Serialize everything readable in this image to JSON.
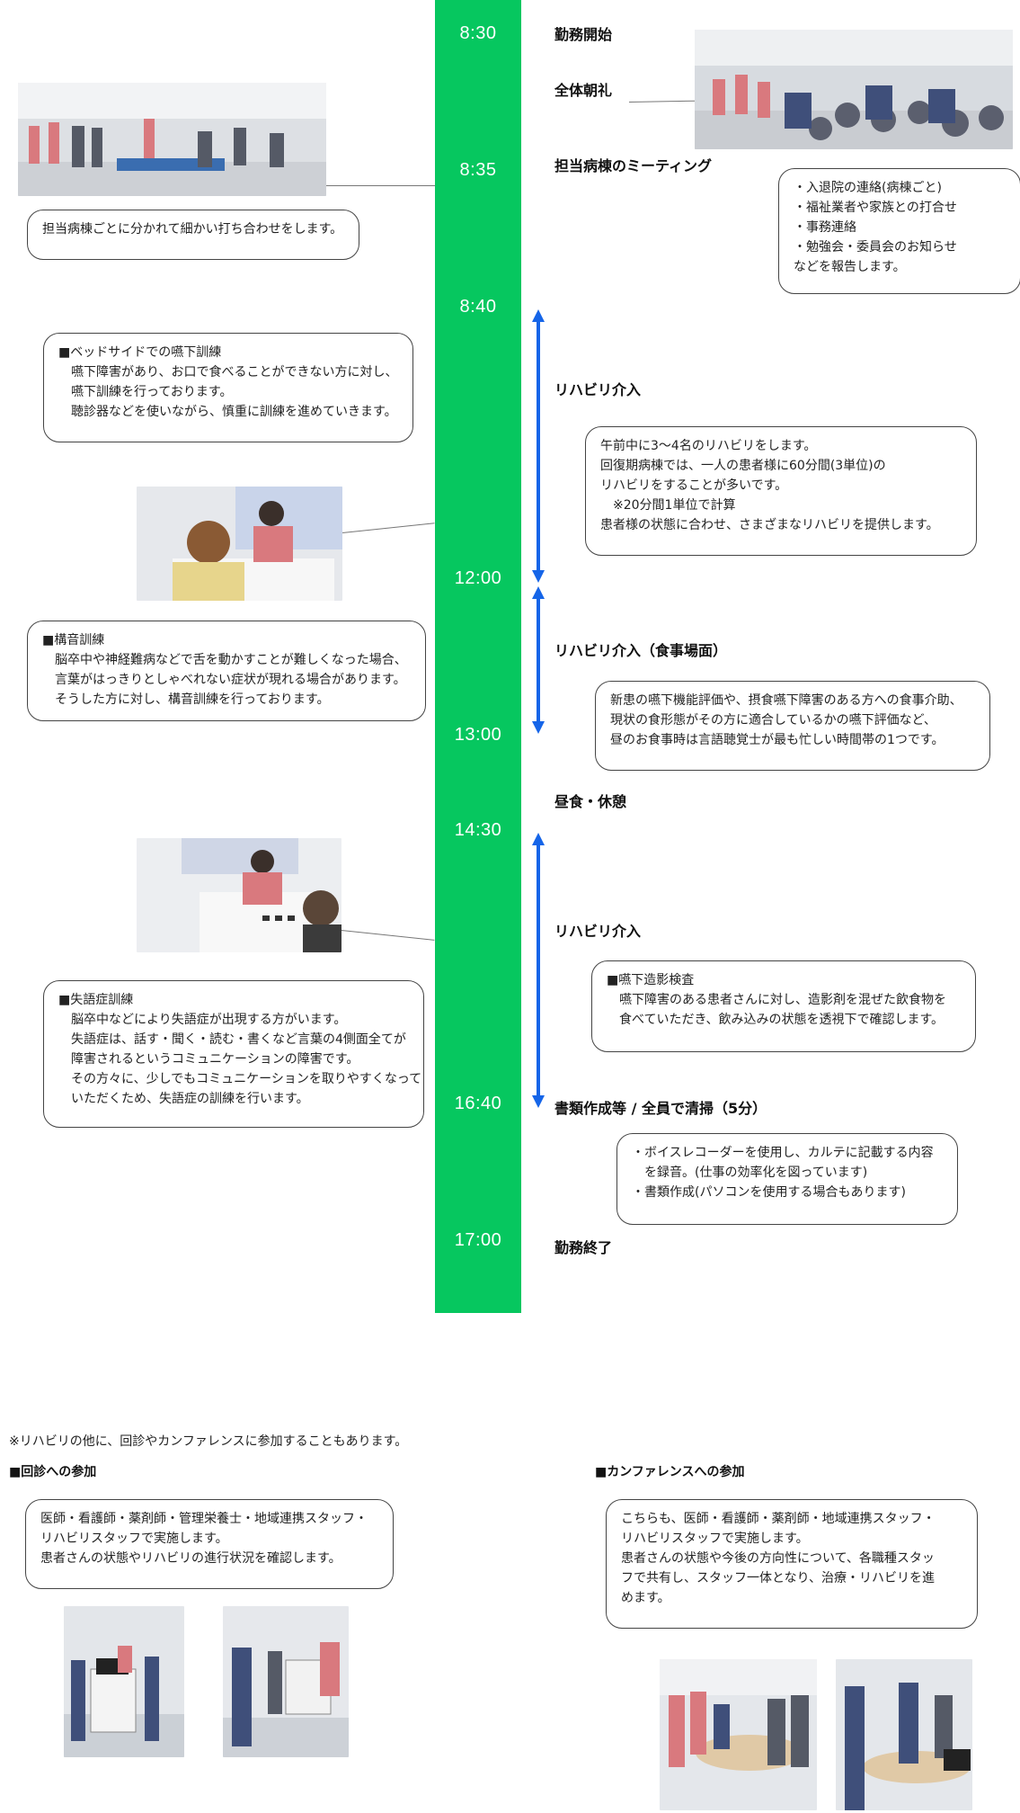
{
  "timeline": {
    "times": [
      "8:30",
      "8:35",
      "8:40",
      "12:00",
      "13:00",
      "14:30",
      "16:40",
      "17:00"
    ],
    "labels": {
      "start": "勤務開始",
      "assembly": "全体朝礼",
      "ward_meeting": "担当病棟のミーティング",
      "rehab1": "リハビリ介入",
      "rehab_meal": "リハビリ介入（食事場面）",
      "lunch": "昼食・休憩",
      "rehab2": "リハビリ介入",
      "paperwork": "書類作成等 / 全員で清掃（5分）",
      "end": "勤務終了"
    }
  },
  "bubbles": {
    "ward_group": [
      "担当病棟ごとに分かれて細かい打ち合わせをします。"
    ],
    "report": [
      "・入退院の連絡(病棟ごと)",
      "・福祉業者や家族との打合せ",
      "・事務連絡",
      "・勉強会・委員会のお知らせ",
      "などを報告します。"
    ],
    "swallow_training": [
      "■ベッドサイドでの嚥下訓練",
      "　嚥下障害があり、お口で食べることができない方に対し、",
      "　嚥下訓練を行っております。",
      "　聴診器などを使いながら、慎重に訓練を進めていきます。"
    ],
    "morning_rehab": [
      "午前中に3～4名のリハビリをします。",
      "回復期病棟では、一人の患者様に60分間(3単位)の",
      "リハビリをすることが多いです。",
      "　※20分間1単位で計算",
      "患者様の状態に合わせ、さまざまなリハビリを提供します。"
    ],
    "articulation": [
      "■構音訓練",
      "　脳卒中や神経難病などで舌を動かすことが難しくなった場合、",
      "　言葉がはっきりとしゃべれない症状が現れる場合があります。",
      "　そうした方に対し、構音訓練を行っております。"
    ],
    "meal": [
      "新患の嚥下機能評価や、摂食嚥下障害のある方への食事介助、",
      "現状の食形態がその方に適合しているかの嚥下評価など、",
      "昼のお食事時は言語聴覚士が最も忙しい時間帯の1つです。"
    ],
    "aphasia": [
      "■失語症訓練",
      "　脳卒中などにより失語症が出現する方がいます。",
      "　失語症は、話す・聞く・読む・書くなど言葉の4側面全てが",
      "　障害されるというコミュニケーションの障害です。",
      "　その方々に、少しでもコミュニケーションを取りやすくなって",
      "　いただくため、失語症の訓練を行います。"
    ],
    "vf": [
      "■嚥下造影検査",
      "　嚥下障害のある患者さんに対し、造影剤を混ぜた飲食物を",
      "　食べていただき、飲み込みの状態を透視下で確認します。"
    ],
    "paperwork": [
      "・ボイスレコーダーを使用し、カルテに記載する内容",
      "　を録音。(仕事の効率化を図っています)",
      "・書類作成(パソコンを使用する場合もあります)"
    ]
  },
  "bottom": {
    "note": "※リハビリの他に、回診やカンファレンスに参加することもあります。",
    "rounds_heading": "■回診への参加",
    "rounds_text": [
      "医師・看護師・薬剤師・管理栄養士・地域連携スタッフ・",
      "リハビリスタッフで実施します。",
      "患者さんの状態やリハビリの進行状況を確認します。"
    ],
    "conf_heading": "■カンファレンスへの参加",
    "conf_text": [
      "こちらも、医師・看護師・薬剤師・地域連携スタッフ・",
      "リハビリスタッフで実施します。",
      "患者さんの状態や今後の方向性について、各職種スタッ",
      "フで共有し、スタッフ一体となり、治療・リハビリを進",
      "めます。"
    ]
  },
  "colors": {
    "timeline_bar": "#06c75f",
    "arrow": "#1565e8"
  }
}
